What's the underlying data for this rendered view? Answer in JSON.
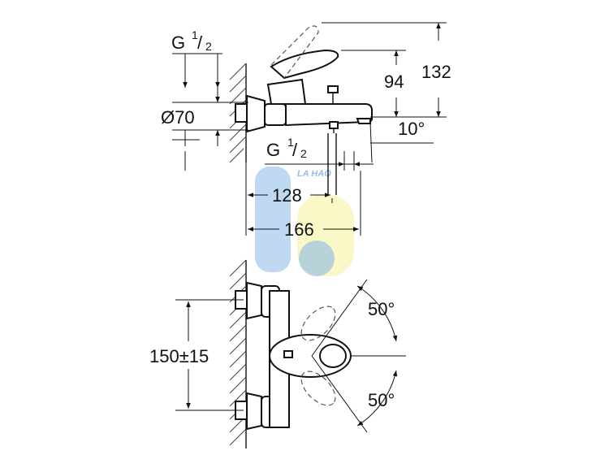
{
  "dimensions": {
    "g_half_top": {
      "prefix": "G",
      "num": "1",
      "den": "2"
    },
    "diameter": "Ø70",
    "height_94": "94",
    "height_132": "132",
    "angle_10": "10°",
    "g_half_bottom": {
      "prefix": "G",
      "num": "1",
      "den": "2"
    },
    "len_128": "128",
    "len_166": "166",
    "spacing": "150±15",
    "angle_top": "50°",
    "angle_bottom": "50°"
  },
  "watermark": {
    "text": "LA HAO",
    "colors": {
      "blue": "#5b9be0",
      "yellow": "#f2ec6a"
    }
  },
  "colors": {
    "line": "#111111",
    "background": "#ffffff"
  }
}
